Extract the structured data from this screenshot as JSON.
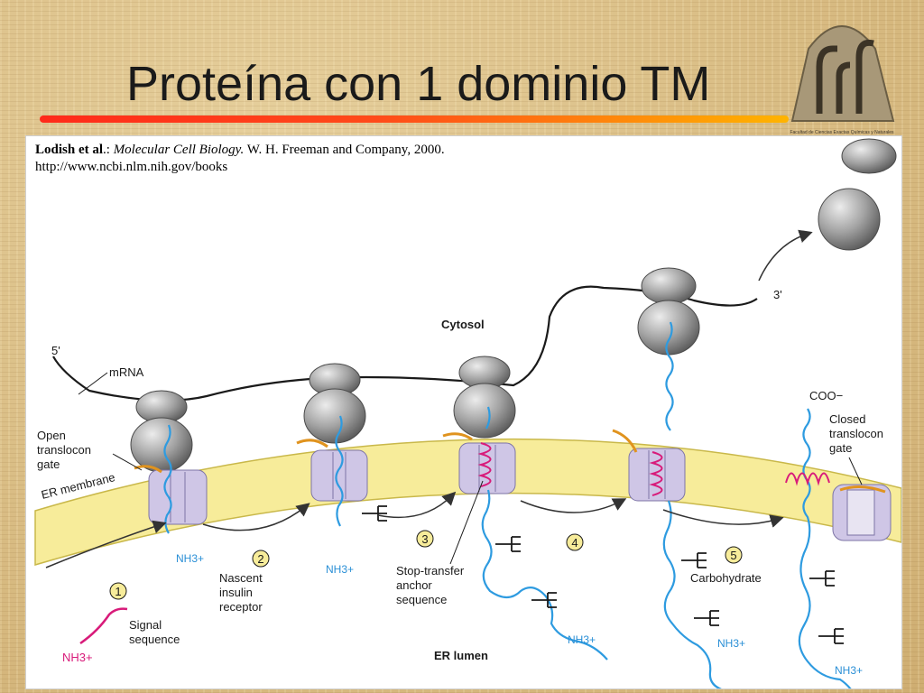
{
  "slide": {
    "title": "Proteína con 1 dominio TM"
  },
  "logo": {
    "caption": "Facultad de Ciencias Exactas Químicas y Naturales"
  },
  "citation": {
    "authors": "Lodish et al",
    "sep": ".: ",
    "book": "Molecular Cell Biology.",
    "publisher": " W. H. Freeman and Company, 2000.",
    "url": "http://www.ncbi.nlm.nih.gov/books"
  },
  "diagram": {
    "five_prime": "5'",
    "three_prime": "3'",
    "mrna": "mRNA",
    "cytosol": "Cytosol",
    "er_membrane": "ER membrane",
    "er_lumen": "ER lumen",
    "open_gate": [
      "Open",
      "translocon",
      "gate"
    ],
    "closed_gate": [
      "Closed",
      "translocon",
      "gate"
    ],
    "coo": "COO−",
    "nh3": "NH3+",
    "nascent": [
      "Nascent",
      "insulin",
      "receptor"
    ],
    "stop_transfer": [
      "Stop-transfer",
      "anchor",
      "sequence"
    ],
    "carbohydrate": "Carbohydrate",
    "signal": [
      "Signal",
      "sequence"
    ],
    "steps": [
      "1",
      "2",
      "3",
      "4",
      "5"
    ]
  },
  "colors": {
    "membrane": "#f7ec9a",
    "translocon": "#cfc6e6",
    "peptide": "#2e9be0",
    "signal": "#d81b7a",
    "gate": "#e0931e",
    "ribosome": "#9d9d9d"
  }
}
